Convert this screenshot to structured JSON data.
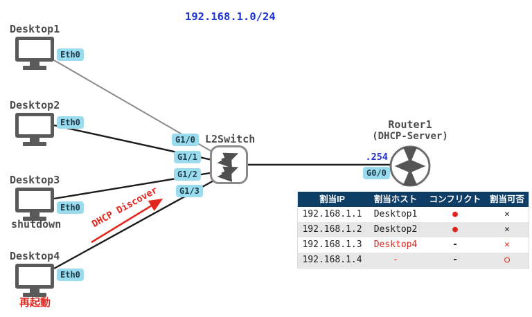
{
  "title": {
    "subnet": "192.168.1.0/24"
  },
  "desktops": [
    {
      "name": "Desktop1",
      "interface": "Eth0",
      "note": "",
      "note_color": "dark"
    },
    {
      "name": "Desktop2",
      "interface": "Eth0",
      "note": "",
      "note_color": "dark"
    },
    {
      "name": "Desktop3",
      "interface": "Eth0",
      "note": "shutdown",
      "note_color": "dark"
    },
    {
      "name": "Desktop4",
      "interface": "Eth0",
      "note": "再起動",
      "note_color": "red"
    }
  ],
  "switch": {
    "label": "L2Switch",
    "ports": [
      "G1/0",
      "G1/1",
      "G1/2",
      "G1/3"
    ]
  },
  "router": {
    "name": "Router1",
    "role": "(DHCP-Server)",
    "ip": ".254",
    "interface": "G0/0"
  },
  "annotation": {
    "dhcp_arrow_label": "DHCP Discover"
  },
  "dhcp_table": {
    "headers": [
      "割当IP",
      "割当ホスト",
      "コンフリクト",
      "割当可否"
    ],
    "rows": [
      {
        "ip": "192.168.1.1",
        "host": "Desktop1",
        "host_color": "dark",
        "conflict": "●",
        "conflict_color": "red",
        "availability": "✕",
        "availability_color": "dark"
      },
      {
        "ip": "192.168.1.2",
        "host": "Desktop2",
        "host_color": "dark",
        "conflict": "●",
        "conflict_color": "red",
        "availability": "✕",
        "availability_color": "dark"
      },
      {
        "ip": "192.168.1.3",
        "host": "Desktop4",
        "host_color": "red",
        "conflict": "-",
        "conflict_color": "dark",
        "availability": "✕",
        "availability_color": "red"
      },
      {
        "ip": "192.168.1.4",
        "host": "-",
        "host_color": "red",
        "conflict": "-",
        "conflict_color": "dark",
        "availability": "○",
        "availability_color": "red"
      }
    ]
  },
  "icons": {
    "desktop": "monitor-icon",
    "switch": "l2switch-arrows-icon",
    "router": "router-arrows-icon",
    "conflict_yes": "red-dot",
    "not_assignable": "cross-mark",
    "assignable": "open-circle"
  },
  "colors": {
    "accent_blue": "#1d33d1",
    "alert_red": "#e3261d",
    "table_header_navy": "#0e3d66",
    "badge_blue": "#9bdbee",
    "device_gray": "#5a5a5a"
  }
}
